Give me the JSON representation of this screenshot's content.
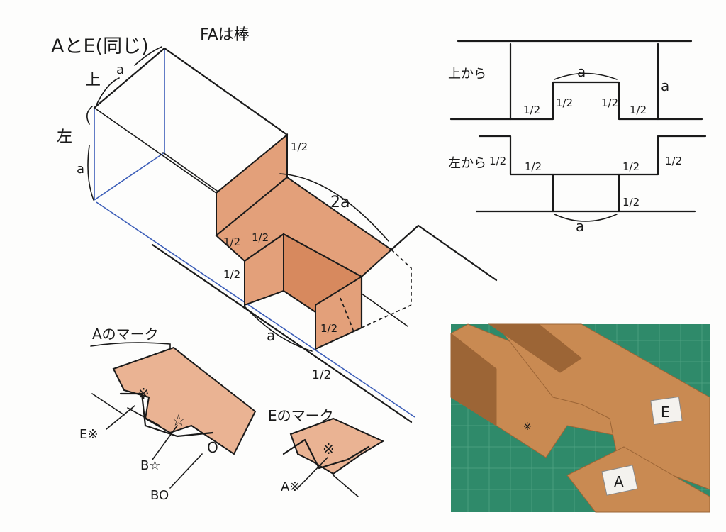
{
  "iso_view": {
    "title": "AとE(同じ)",
    "subtitle": "FAは棒",
    "label_top": "上",
    "label_left": "左",
    "dim_a_top": "a",
    "dim_a_left": "a",
    "dim_2a": "2a",
    "dim_a_bottom": "a",
    "dim_half": "1/2"
  },
  "top_view": {
    "label": "上から",
    "dim_a_width": "a",
    "dim_a_height": "a",
    "dim_half": "1/2"
  },
  "left_view": {
    "label": "左から",
    "dim_a": "a",
    "dim_half": "1/2"
  },
  "mark_a": {
    "title": "Aのマーク",
    "label_e": "E※",
    "label_b_star": "B☆",
    "label_b_circle": "BO",
    "symbol_kome": "※",
    "symbol_star": "☆",
    "symbol_circle": "O"
  },
  "mark_e": {
    "title": "Eのマーク",
    "label_a": "A※",
    "symbol_kome": "※"
  },
  "photo": {
    "label_a": "A",
    "label_e": "E",
    "symbol_kome": "※",
    "colors": {
      "mat": "#2f8a6a",
      "wood": "#c98a52",
      "wood_dark": "#9c6536"
    }
  }
}
